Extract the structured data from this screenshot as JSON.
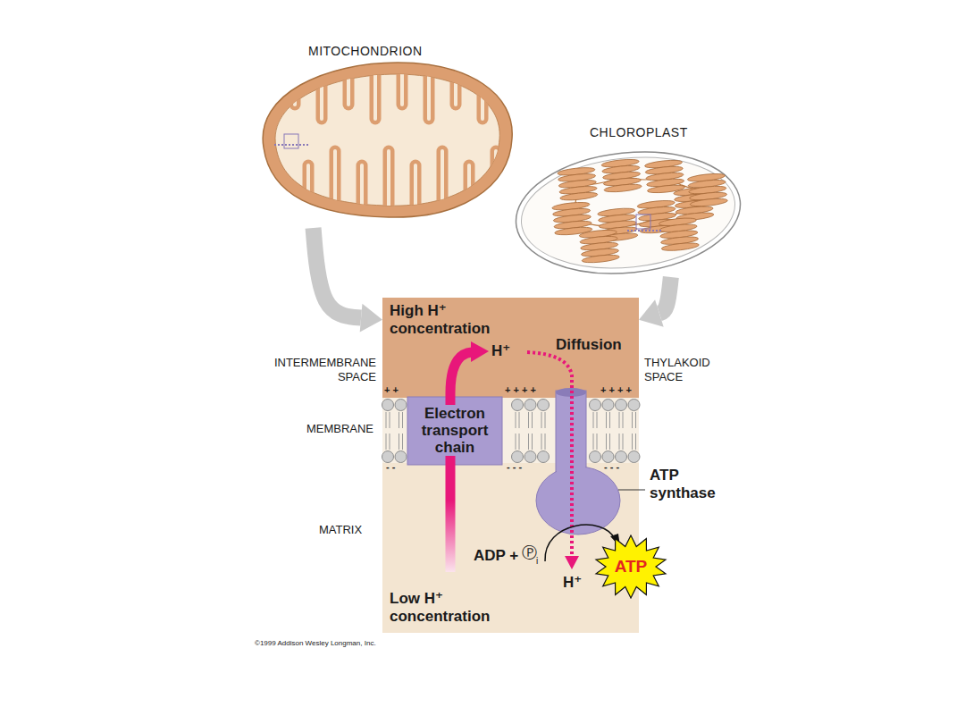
{
  "diagram": {
    "nodes": [
      {
        "text": [
          "MITOCHONDRION"
        ]
      },
      {
        "text": [
          "CHLOROPLAST"
        ]
      },
      {
        "text": [
          "High H⁺ concentration"
        ]
      },
      {
        "text": [
          "Electron transport chain"
        ]
      },
      {
        "text": [
          "Low H⁺ concentration"
        ]
      },
      {
        "text": [
          "ATP"
        ]
      }
    ],
    "edges": [
      {
        "from": 0,
        "to": 2,
        "arrow": "to"
      },
      {
        "from": 1,
        "to": 2,
        "arrow": "to"
      }
    ],
    "labels": [
      "H⁺",
      "Diffusion",
      "INTERMEMBRANE SPACE",
      "THYLAKOID SPACE",
      "+ +",
      "+ + + +",
      "+ + + +",
      "MEMBRANE",
      "- -",
      "- - -",
      "- - -",
      "ATP synthase",
      "MATRIX",
      "ADP +",
      "Ⓟ",
      "i",
      "H⁺",
      "©1999 Addison Wesley Longman, Inc."
    ]
  }
}
